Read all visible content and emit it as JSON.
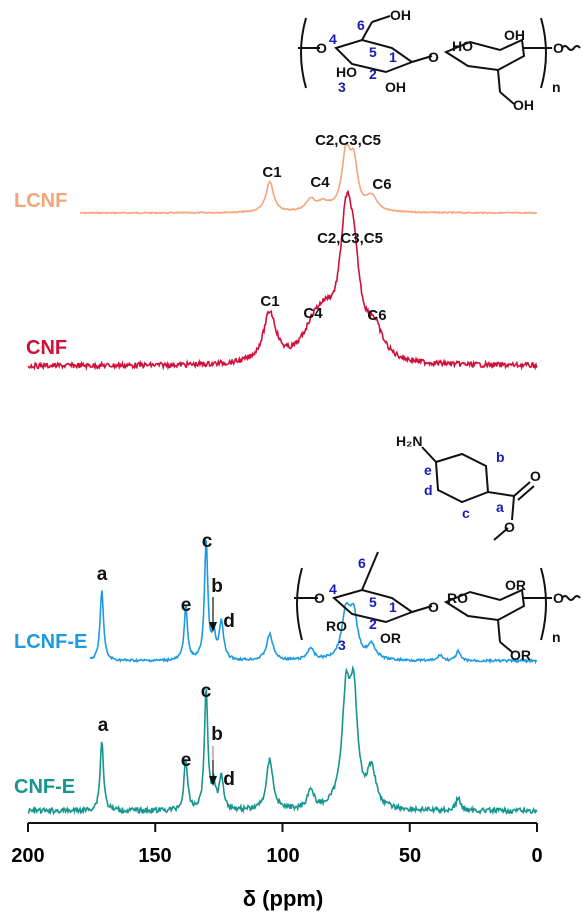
{
  "chart_data": {
    "type": "line",
    "title": "",
    "xlabel": "δ (ppm)",
    "ylabel": "",
    "xlim": [
      200,
      0
    ],
    "x_reversed": true,
    "x_ticks": [
      200,
      150,
      100,
      50,
      0
    ],
    "grid": false,
    "legend": "none",
    "series": [
      {
        "name": "LCNF",
        "color": "#f5a57a",
        "peaks": [
          {
            "ppm": 105,
            "intensity": 0.38,
            "width": 1.8
          },
          {
            "ppm": 89,
            "intensity": 0.14,
            "width": 2.2
          },
          {
            "ppm": 84,
            "intensity": 0.1,
            "width": 3.0
          },
          {
            "ppm": 75,
            "intensity": 0.7,
            "width": 2.0
          },
          {
            "ppm": 72,
            "intensity": 0.55,
            "width": 1.8
          },
          {
            "ppm": 65,
            "intensity": 0.18,
            "width": 2.5
          }
        ],
        "annotations": [
          "C1",
          "C4",
          "C2,C3,C5",
          "C6"
        ]
      },
      {
        "name": "CNF",
        "color": "#d0103a",
        "peaks": [
          {
            "ppm": 105,
            "intensity": 0.42,
            "width": 3.0
          },
          {
            "ppm": 88,
            "intensity": 0.22,
            "width": 5.0
          },
          {
            "ppm": 83,
            "intensity": 0.28,
            "width": 5.0
          },
          {
            "ppm": 75,
            "intensity": 1.0,
            "width": 3.0
          },
          {
            "ppm": 72,
            "intensity": 0.6,
            "width": 3.0
          },
          {
            "ppm": 64,
            "intensity": 0.25,
            "width": 4.0
          }
        ],
        "annotations": [
          "C1",
          "C4",
          "C2,C3,C5",
          "C6"
        ]
      },
      {
        "name": "LCNF-E",
        "color": "#1e9ae0",
        "peaks": [
          {
            "ppm": 171,
            "intensity": 0.6,
            "width": 0.8
          },
          {
            "ppm": 138,
            "intensity": 0.45,
            "width": 0.8
          },
          {
            "ppm": 130,
            "intensity": 1.0,
            "width": 0.8
          },
          {
            "ppm": 127,
            "intensity": 0.2,
            "width": 0.8
          },
          {
            "ppm": 124,
            "intensity": 0.32,
            "width": 1.0
          },
          {
            "ppm": 105,
            "intensity": 0.22,
            "width": 1.5
          },
          {
            "ppm": 89,
            "intensity": 0.1,
            "width": 1.5
          },
          {
            "ppm": 75,
            "intensity": 0.4,
            "width": 2.0
          },
          {
            "ppm": 72,
            "intensity": 0.34,
            "width": 1.8
          },
          {
            "ppm": 65,
            "intensity": 0.12,
            "width": 2.0
          },
          {
            "ppm": 38,
            "intensity": 0.05,
            "width": 1.0
          },
          {
            "ppm": 31,
            "intensity": 0.08,
            "width": 1.0
          }
        ],
        "annotations": [
          "a",
          "e",
          "c",
          "b",
          "d"
        ]
      },
      {
        "name": "CNF-E",
        "color": "#17958f",
        "peaks": [
          {
            "ppm": 171,
            "intensity": 0.55,
            "width": 0.8
          },
          {
            "ppm": 138,
            "intensity": 0.4,
            "width": 0.8
          },
          {
            "ppm": 130,
            "intensity": 0.95,
            "width": 0.8
          },
          {
            "ppm": 127,
            "intensity": 0.18,
            "width": 0.8
          },
          {
            "ppm": 124,
            "intensity": 0.26,
            "width": 1.0
          },
          {
            "ppm": 105,
            "intensity": 0.4,
            "width": 1.5
          },
          {
            "ppm": 89,
            "intensity": 0.15,
            "width": 1.5
          },
          {
            "ppm": 75,
            "intensity": 0.85,
            "width": 2.0
          },
          {
            "ppm": 72,
            "intensity": 0.8,
            "width": 1.8
          },
          {
            "ppm": 65,
            "intensity": 0.3,
            "width": 2.0
          },
          {
            "ppm": 31,
            "intensity": 0.1,
            "width": 1.0
          }
        ],
        "annotations": [
          "a",
          "e",
          "c",
          "b",
          "d"
        ]
      }
    ]
  },
  "labels": {
    "xlabel": "δ (ppm)",
    "ticks": [
      "200",
      "150",
      "100",
      "50",
      "0"
    ],
    "series_names": [
      "LCNF",
      "CNF",
      "LCNF-E",
      "CNF-E"
    ],
    "lcnf_peaks": {
      "c1": "C1",
      "c4": "C4",
      "c235": "C2,C3,C5",
      "c6": "C6"
    },
    "cnf_peaks": {
      "c1": "C1",
      "c4": "C4",
      "c235": "C2,C3,C5",
      "c6": "C6"
    },
    "lcnfe_peaks": {
      "a": "a",
      "e": "e",
      "c": "c",
      "b": "b",
      "d": "d"
    },
    "cnfe_peaks": {
      "a": "a",
      "e": "e",
      "c": "c",
      "b": "b",
      "d": "d"
    },
    "structure1": {
      "n": "n",
      "nums": [
        "1",
        "2",
        "3",
        "4",
        "5",
        "6"
      ],
      "groups": [
        "OH",
        "OH",
        "HO",
        "HO",
        "OH",
        "OH",
        "O",
        "O",
        "O"
      ]
    },
    "structure2": {
      "amine": "H₂N",
      "ester_o": "O",
      "letters": [
        "a",
        "b",
        "c",
        "d",
        "e"
      ],
      "nums": [
        "1",
        "2",
        "3",
        "4",
        "5",
        "6"
      ],
      "n": "n",
      "groups": [
        "RO",
        "OR",
        "RO",
        "OR",
        "OR",
        "O",
        "O",
        "O",
        "O"
      ]
    }
  },
  "colors": {
    "lcnf": "#f5a57a",
    "cnf": "#d0103a",
    "lcnfe": "#1e9ae0",
    "cnfe": "#17958f",
    "numbering": "#1a1ab8",
    "text": "#111111"
  }
}
